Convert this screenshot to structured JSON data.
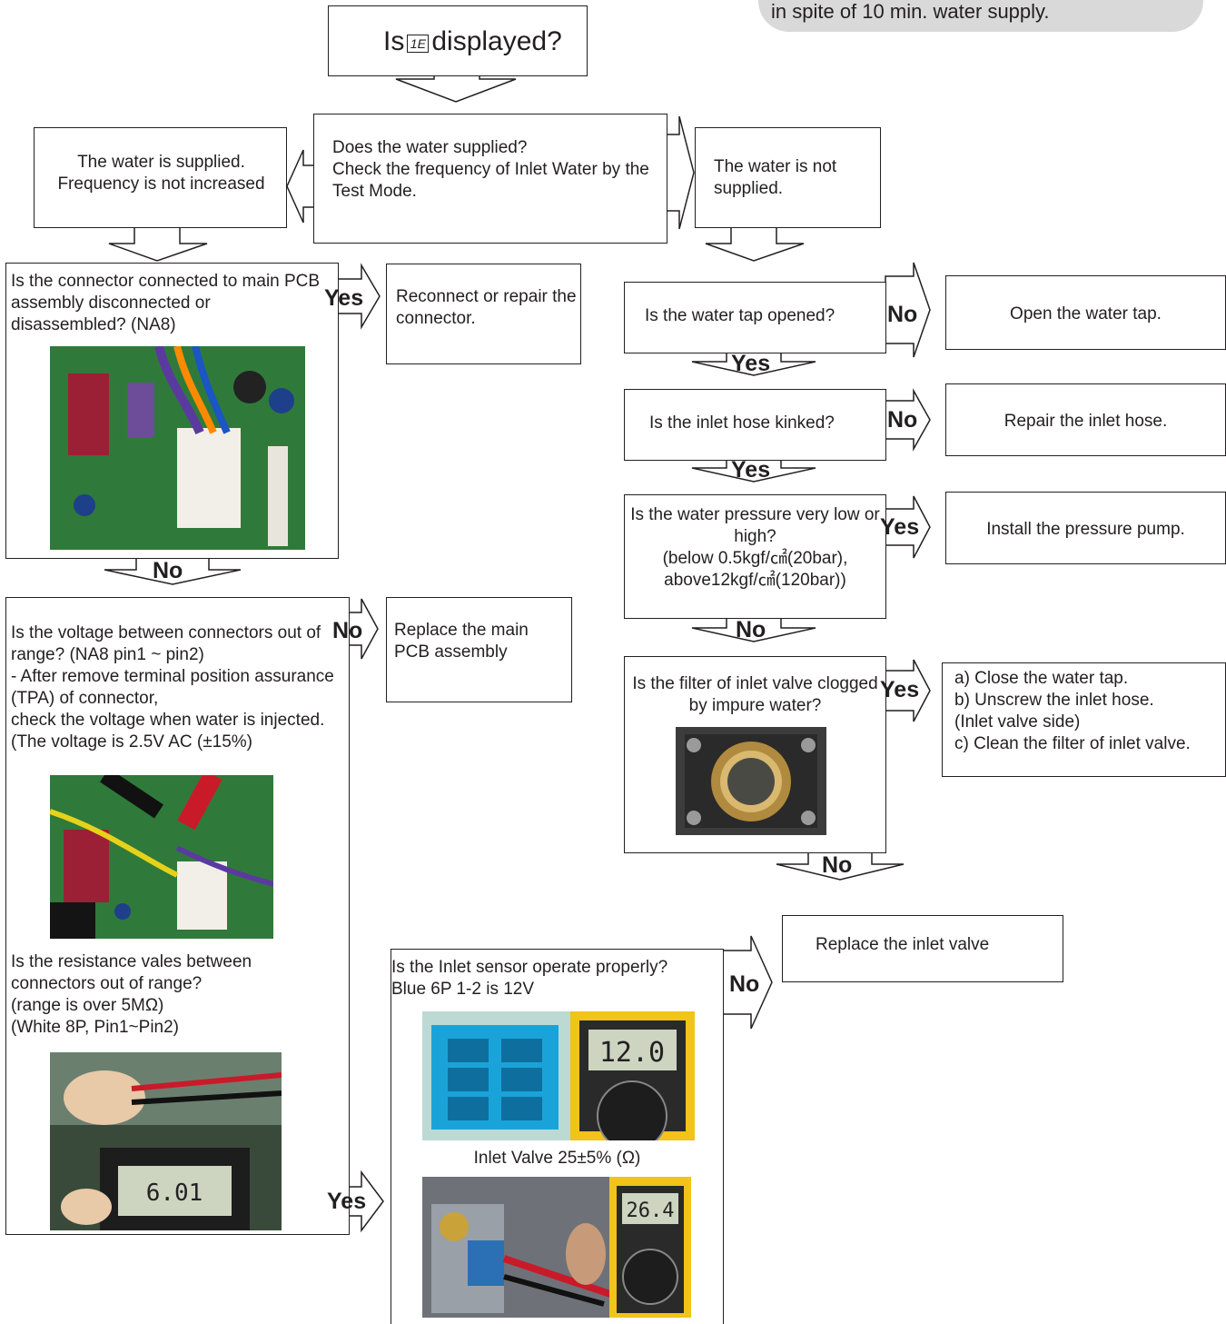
{
  "note": "in spite of 10 min. water supply.",
  "start": {
    "prefix": "Is",
    "code": "1E",
    "suffix": "displayed?"
  },
  "labels": {
    "yes": "Yes",
    "no": "No"
  },
  "nodes": {
    "check_supply": "Does the water supplied?\nCheck the frequency of Inlet Water by the Test Mode.",
    "supplied": "The water is supplied.\nFrequency is not increased",
    "not_supplied": "The water is not supplied.",
    "connector": "Is the connector connected to main PCB assembly disconnected or disassembled? (NA8)",
    "reconnect": "Reconnect or repair the connector.",
    "voltage": "Is the voltage between connectors out of range? (NA8 pin1 ~ pin2)\n - After remove terminal position assurance (TPA) of connector,\ncheck the voltage when water is injected.\n(The voltage is 2.5V AC (±15%)",
    "resistance": "Is the resistance vales between connectors out of range?\n(range is over 5MΩ)\n(White 8P, Pin1~Pin2)",
    "replace_pcb": "Replace the main PCB assembly",
    "tap": "Is the water tap opened?",
    "open_tap": "Open the water tap.",
    "hose": "Is the inlet hose kinked?",
    "repair_hose": "Repair the inlet hose.",
    "pressure": "Is the water pressure very low or high?\n(below 0.5kgf/㎠(20bar),\nabove12kgf/㎠(120bar))",
    "pump": "Install the pressure pump.",
    "filter": "Is the filter of inlet valve clogged by impure water?",
    "clean": "a) Close the water tap.\nb) Unscrew the inlet hose.\n   (Inlet valve side)\nc) Clean the filter of inlet valve.",
    "replace_valve": "Replace the inlet valve",
    "sensor": "Is the Inlet sensor operate properly?\nBlue 6P 1-2 is 12V",
    "valve_resistance": "Inlet Valve 25±5% (Ω)"
  },
  "readouts": {
    "resistance_meter": "6.01",
    "sensor_meter": "12.0",
    "valve_meter": "26.4"
  },
  "colors": {
    "line": "#231f20",
    "pcb_green": "#2f7a3a",
    "connector_blue": "#1aa3d9",
    "meter_yellow": "#f0c419",
    "lcd": "#cdd5c0"
  }
}
